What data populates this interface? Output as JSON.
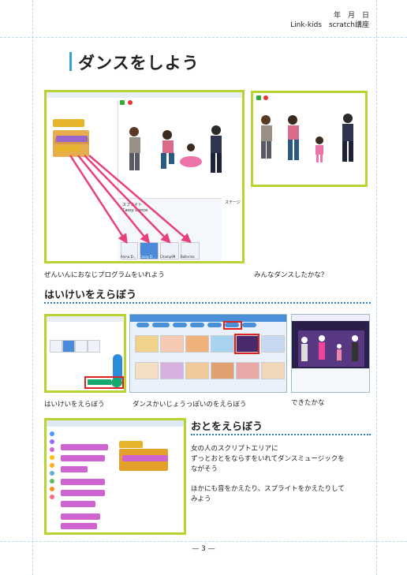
{
  "header": {
    "date": "年　月　日",
    "course": "Link-kids　scratch講座"
  },
  "title": "ダンスをしよう",
  "captions": {
    "c1": "ぜんいんにおなじプログラムをいれよう",
    "c2": "みんなダンスしたかな？",
    "c3": "はいけいをえらぼう",
    "c4": "ダンスかいじょうっぽいのをえらぼう",
    "c5": "できたかな"
  },
  "sections": {
    "backdrop": "はいけいをえらぼう",
    "sound": "おとをえらぼう"
  },
  "body": {
    "line1": "女の人のスクリプトエリアに",
    "line2": "ずっとおとをならすをいれてダンスミュージックを",
    "line3": "ながそう",
    "line4": "ほかにも音をかえたり、スプライトをかえたりして",
    "line5": "みよう"
  },
  "page_number": "— 3 —",
  "screens": {
    "s1": {
      "sprite_label": "スプライト",
      "sprite_name": "Cassy Dance",
      "stage_label": "ステージ",
      "sprites": [
        "Anina D...",
        "Cassy D...",
        "Champ99",
        "Ballerina"
      ]
    }
  },
  "colors": {
    "frame": "#b7d334",
    "accent": "#3aa0d8",
    "dots": "#2d7fc1",
    "arrow": "#e8407a"
  }
}
